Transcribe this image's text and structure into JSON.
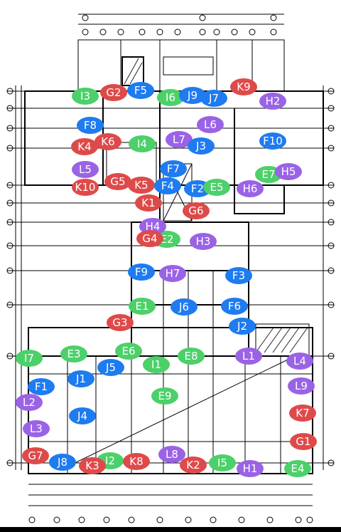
{
  "colors": {
    "background": "#ffffff",
    "drawing_line": "#000000",
    "E": "#4cd06a",
    "F": "#1e7bf0",
    "G": "#de4a4a",
    "H": "#9a63e6",
    "I": "#4cd06a",
    "J": "#1e7bf0",
    "K": "#de4a4a",
    "L": "#9a63e6"
  },
  "markers": [
    {
      "label": "I3",
      "group": "I"
    },
    {
      "label": "G2",
      "group": "G"
    },
    {
      "label": "F5",
      "group": "F"
    },
    {
      "label": "I6",
      "group": "I"
    },
    {
      "label": "J9",
      "group": "J"
    },
    {
      "label": "J7",
      "group": "J"
    },
    {
      "label": "K9",
      "group": "K"
    },
    {
      "label": "H2",
      "group": "H"
    },
    {
      "label": "F8",
      "group": "F"
    },
    {
      "label": "L6",
      "group": "L"
    },
    {
      "label": "K4",
      "group": "K"
    },
    {
      "label": "K6",
      "group": "K"
    },
    {
      "label": "I4",
      "group": "I"
    },
    {
      "label": "L7",
      "group": "L"
    },
    {
      "label": "J3",
      "group": "J"
    },
    {
      "label": "F10",
      "group": "F"
    },
    {
      "label": "L5",
      "group": "L"
    },
    {
      "label": "F7",
      "group": "F"
    },
    {
      "label": "E7",
      "group": "E"
    },
    {
      "label": "H5",
      "group": "H"
    },
    {
      "label": "K10",
      "group": "K"
    },
    {
      "label": "G5",
      "group": "G"
    },
    {
      "label": "K5",
      "group": "K"
    },
    {
      "label": "F4",
      "group": "F"
    },
    {
      "label": "F2",
      "group": "F"
    },
    {
      "label": "E5",
      "group": "E"
    },
    {
      "label": "H6",
      "group": "H"
    },
    {
      "label": "K1",
      "group": "K"
    },
    {
      "label": "G6",
      "group": "G"
    },
    {
      "label": "E2",
      "group": "E"
    },
    {
      "label": "H4",
      "group": "H"
    },
    {
      "label": "G4",
      "group": "G"
    },
    {
      "label": "H3",
      "group": "H"
    },
    {
      "label": "F9",
      "group": "F"
    },
    {
      "label": "H7",
      "group": "H"
    },
    {
      "label": "F3",
      "group": "F"
    },
    {
      "label": "E1",
      "group": "E"
    },
    {
      "label": "J6",
      "group": "J"
    },
    {
      "label": "F6",
      "group": "F"
    },
    {
      "label": "G3",
      "group": "G"
    },
    {
      "label": "J2",
      "group": "J"
    },
    {
      "label": "I7",
      "group": "I"
    },
    {
      "label": "E3",
      "group": "E"
    },
    {
      "label": "E6",
      "group": "E"
    },
    {
      "label": "E8",
      "group": "E"
    },
    {
      "label": "L1",
      "group": "L"
    },
    {
      "label": "L4",
      "group": "L"
    },
    {
      "label": "J5",
      "group": "J"
    },
    {
      "label": "I1",
      "group": "I"
    },
    {
      "label": "F1",
      "group": "F"
    },
    {
      "label": "J1",
      "group": "J"
    },
    {
      "label": "L9",
      "group": "L"
    },
    {
      "label": "E9",
      "group": "E"
    },
    {
      "label": "L2",
      "group": "L"
    },
    {
      "label": "K7",
      "group": "K"
    },
    {
      "label": "J4",
      "group": "J"
    },
    {
      "label": "L3",
      "group": "L"
    },
    {
      "label": "G1",
      "group": "G"
    },
    {
      "label": "G7",
      "group": "G"
    },
    {
      "label": "J8",
      "group": "J"
    },
    {
      "label": "I2",
      "group": "I"
    },
    {
      "label": "K3",
      "group": "K"
    },
    {
      "label": "K8",
      "group": "K"
    },
    {
      "label": "L8",
      "group": "L"
    },
    {
      "label": "K2",
      "group": "K"
    },
    {
      "label": "I5",
      "group": "I"
    },
    {
      "label": "H1",
      "group": "H"
    },
    {
      "label": "E4",
      "group": "E"
    }
  ]
}
